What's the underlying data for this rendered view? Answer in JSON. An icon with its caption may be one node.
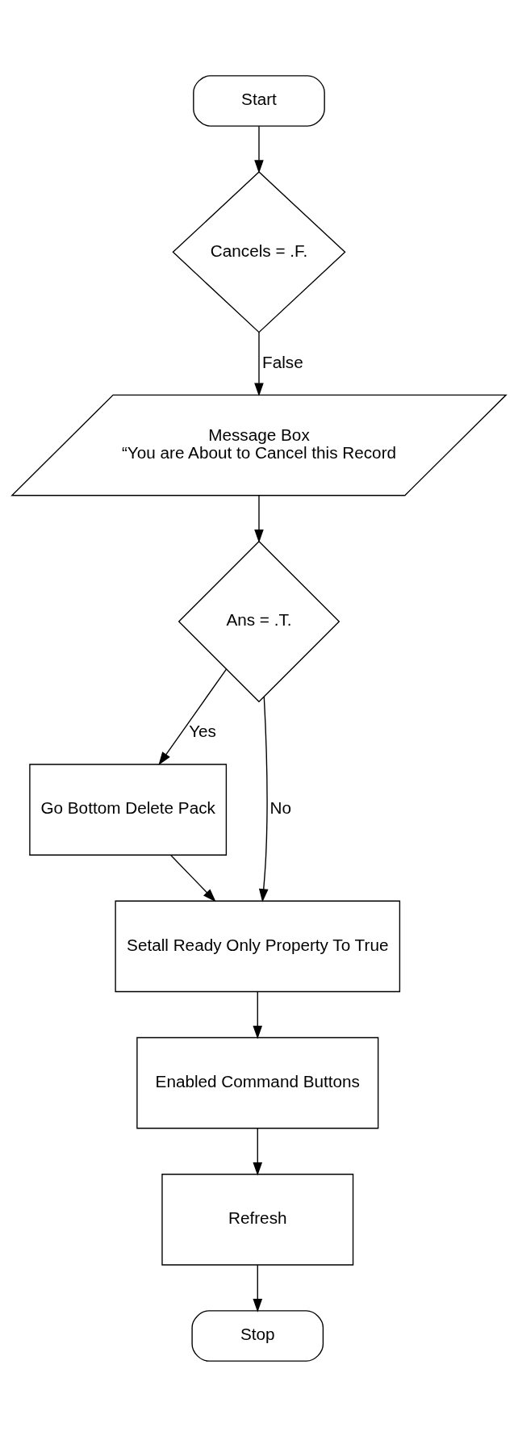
{
  "diagram": {
    "nodes": [
      {
        "text": [
          "Start"
        ]
      },
      {
        "text": [
          "Cancels = .F."
        ]
      },
      {
        "text": [
          "Message Box",
          "“You are About to Cancel this Record"
        ]
      },
      {
        "text": [
          "Ans = .T."
        ]
      },
      {
        "text": [
          "Go Bottom Delete Pack"
        ]
      },
      {
        "text": [
          "Setall Ready Only Property To True"
        ]
      },
      {
        "text": [
          "Enabled Command Buttons"
        ]
      },
      {
        "text": [
          "Refresh"
        ]
      },
      {
        "text": [
          "Stop"
        ]
      }
    ],
    "edges": [
      {
        "from": 0,
        "to": 1,
        "arrow": "to"
      },
      {
        "from": 1,
        "to": 2,
        "arrow": "to",
        "label": "False"
      },
      {
        "from": 2,
        "to": 3,
        "arrow": "to"
      },
      {
        "from": 3,
        "to": 4,
        "arrow": "to",
        "label": "Yes"
      },
      {
        "from": 3,
        "to": 5,
        "arrow": "to",
        "label": "No"
      },
      {
        "from": 4,
        "to": 5,
        "arrow": "to"
      },
      {
        "from": 5,
        "to": 6,
        "arrow": "to"
      },
      {
        "from": 6,
        "to": 7,
        "arrow": "to"
      },
      {
        "from": 7,
        "to": 8,
        "arrow": "to"
      }
    ]
  }
}
